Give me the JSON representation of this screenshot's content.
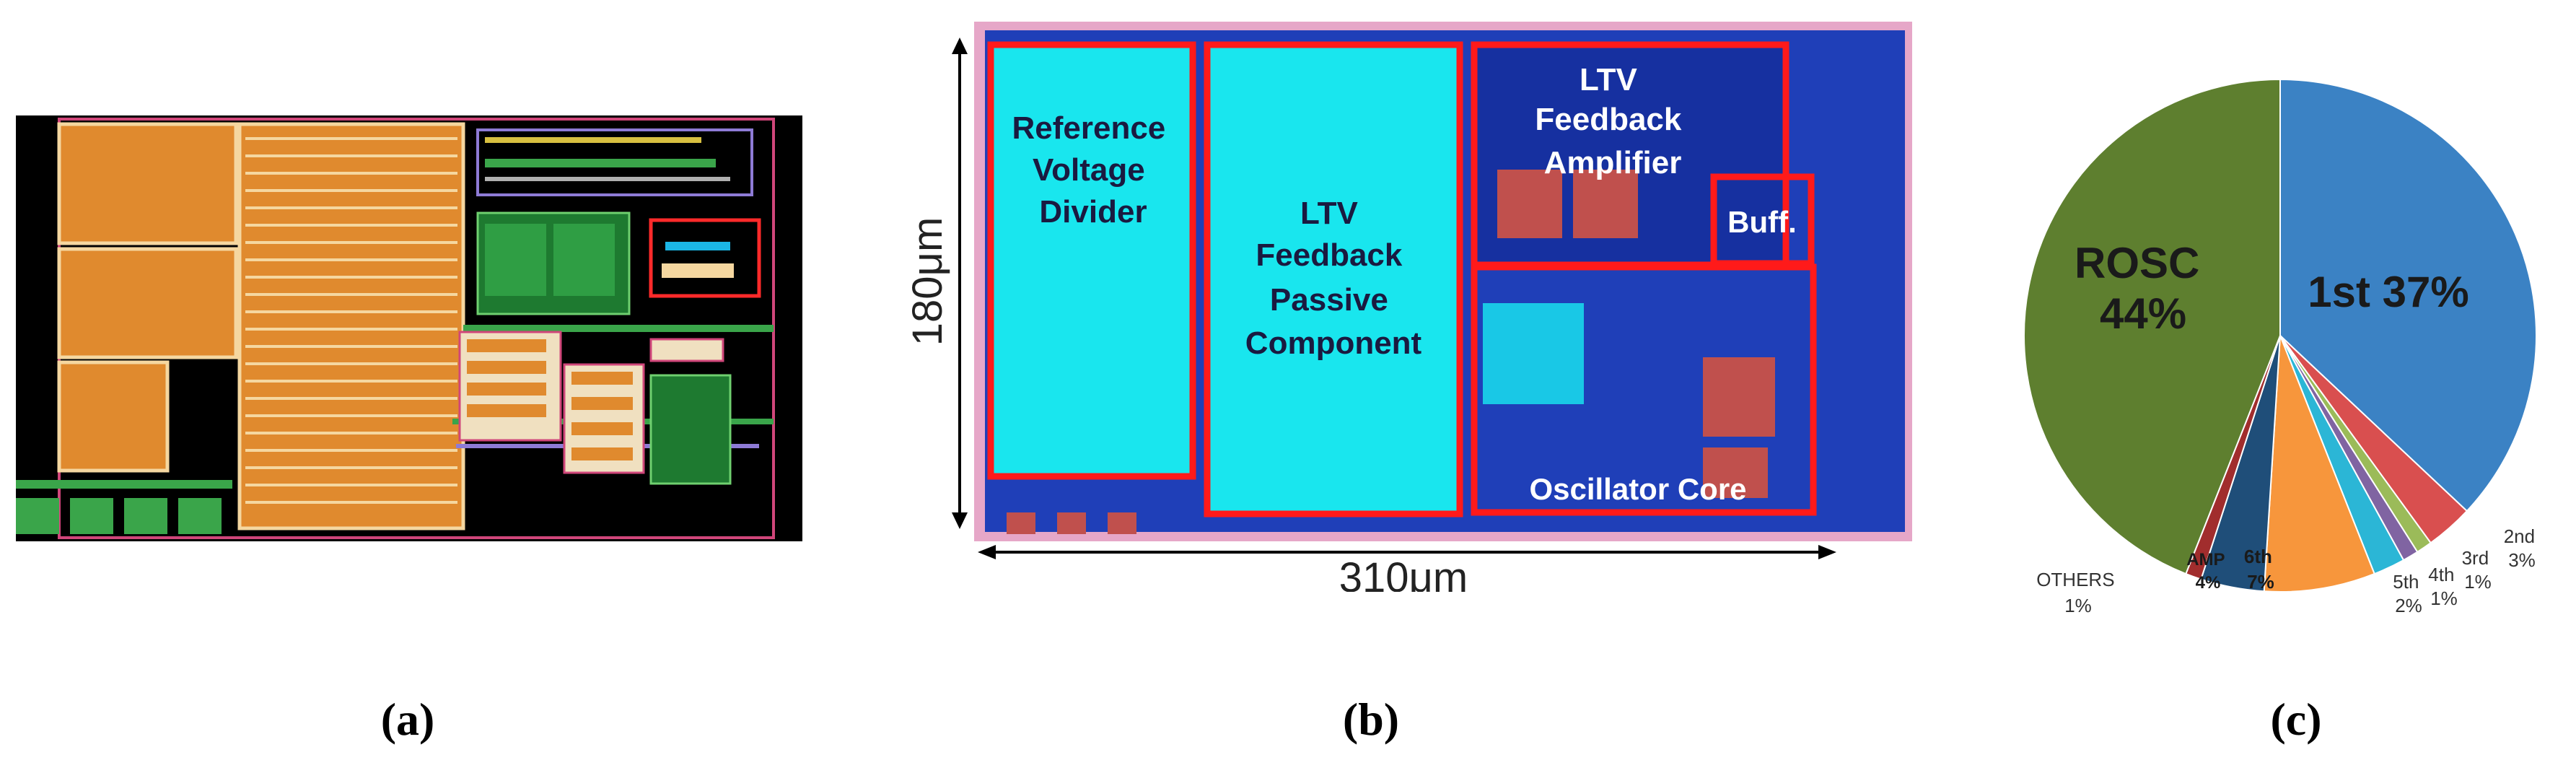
{
  "captions": {
    "a": "(a)",
    "b": "(b)",
    "c": "(c)"
  },
  "die_photo": {
    "blocks": {
      "ref_divider": [
        "Reference",
        "Voltage",
        "Divider"
      ],
      "passive": [
        "LTV",
        "Feedback",
        "Passive",
        "Component"
      ],
      "amplifier": [
        "LTV",
        "Feedback",
        "Amplifier"
      ],
      "buffer": "Buff.",
      "oscillator": "Oscillator Core"
    },
    "height_label": "180μm",
    "width_label": "310μm"
  },
  "colors": {
    "highlight_box": "#ff1a1a",
    "die_cyan": "#19e6ee",
    "die_blue": "#1f3fb8",
    "layout_orange": "#e08a2e",
    "layout_black": "#000000"
  },
  "chart_data": {
    "type": "pie",
    "slices": [
      {
        "label": "1st",
        "value": 37,
        "color": "#3b82c4"
      },
      {
        "label": "2nd",
        "value": 3,
        "color": "#d94f4f"
      },
      {
        "label": "3rd",
        "value": 1,
        "color": "#9bbb59"
      },
      {
        "label": "4th",
        "value": 1,
        "color": "#8064a2"
      },
      {
        "label": "5th",
        "value": 2,
        "color": "#2bb6d6"
      },
      {
        "label": "6th",
        "value": 7,
        "color": "#f7963c"
      },
      {
        "label": "AMP",
        "value": 4,
        "color": "#1f4e79"
      },
      {
        "label": "OTHERS",
        "value": 1,
        "color": "#a12d2d"
      },
      {
        "label": "ROSC",
        "value": 44,
        "color": "#5e7f2f"
      }
    ],
    "labels": {
      "first": "1st 37%",
      "rosc": [
        "ROSC",
        "44%"
      ],
      "second": [
        "2nd",
        "3%"
      ],
      "third": [
        "3rd",
        "1%"
      ],
      "fourth": [
        "4th",
        "1%"
      ],
      "fifth": [
        "5th",
        "2%"
      ],
      "sixth": [
        "6th",
        "7%"
      ],
      "amp": [
        "AMP",
        "4%"
      ],
      "others": [
        "OTHERS",
        "1%"
      ]
    }
  }
}
